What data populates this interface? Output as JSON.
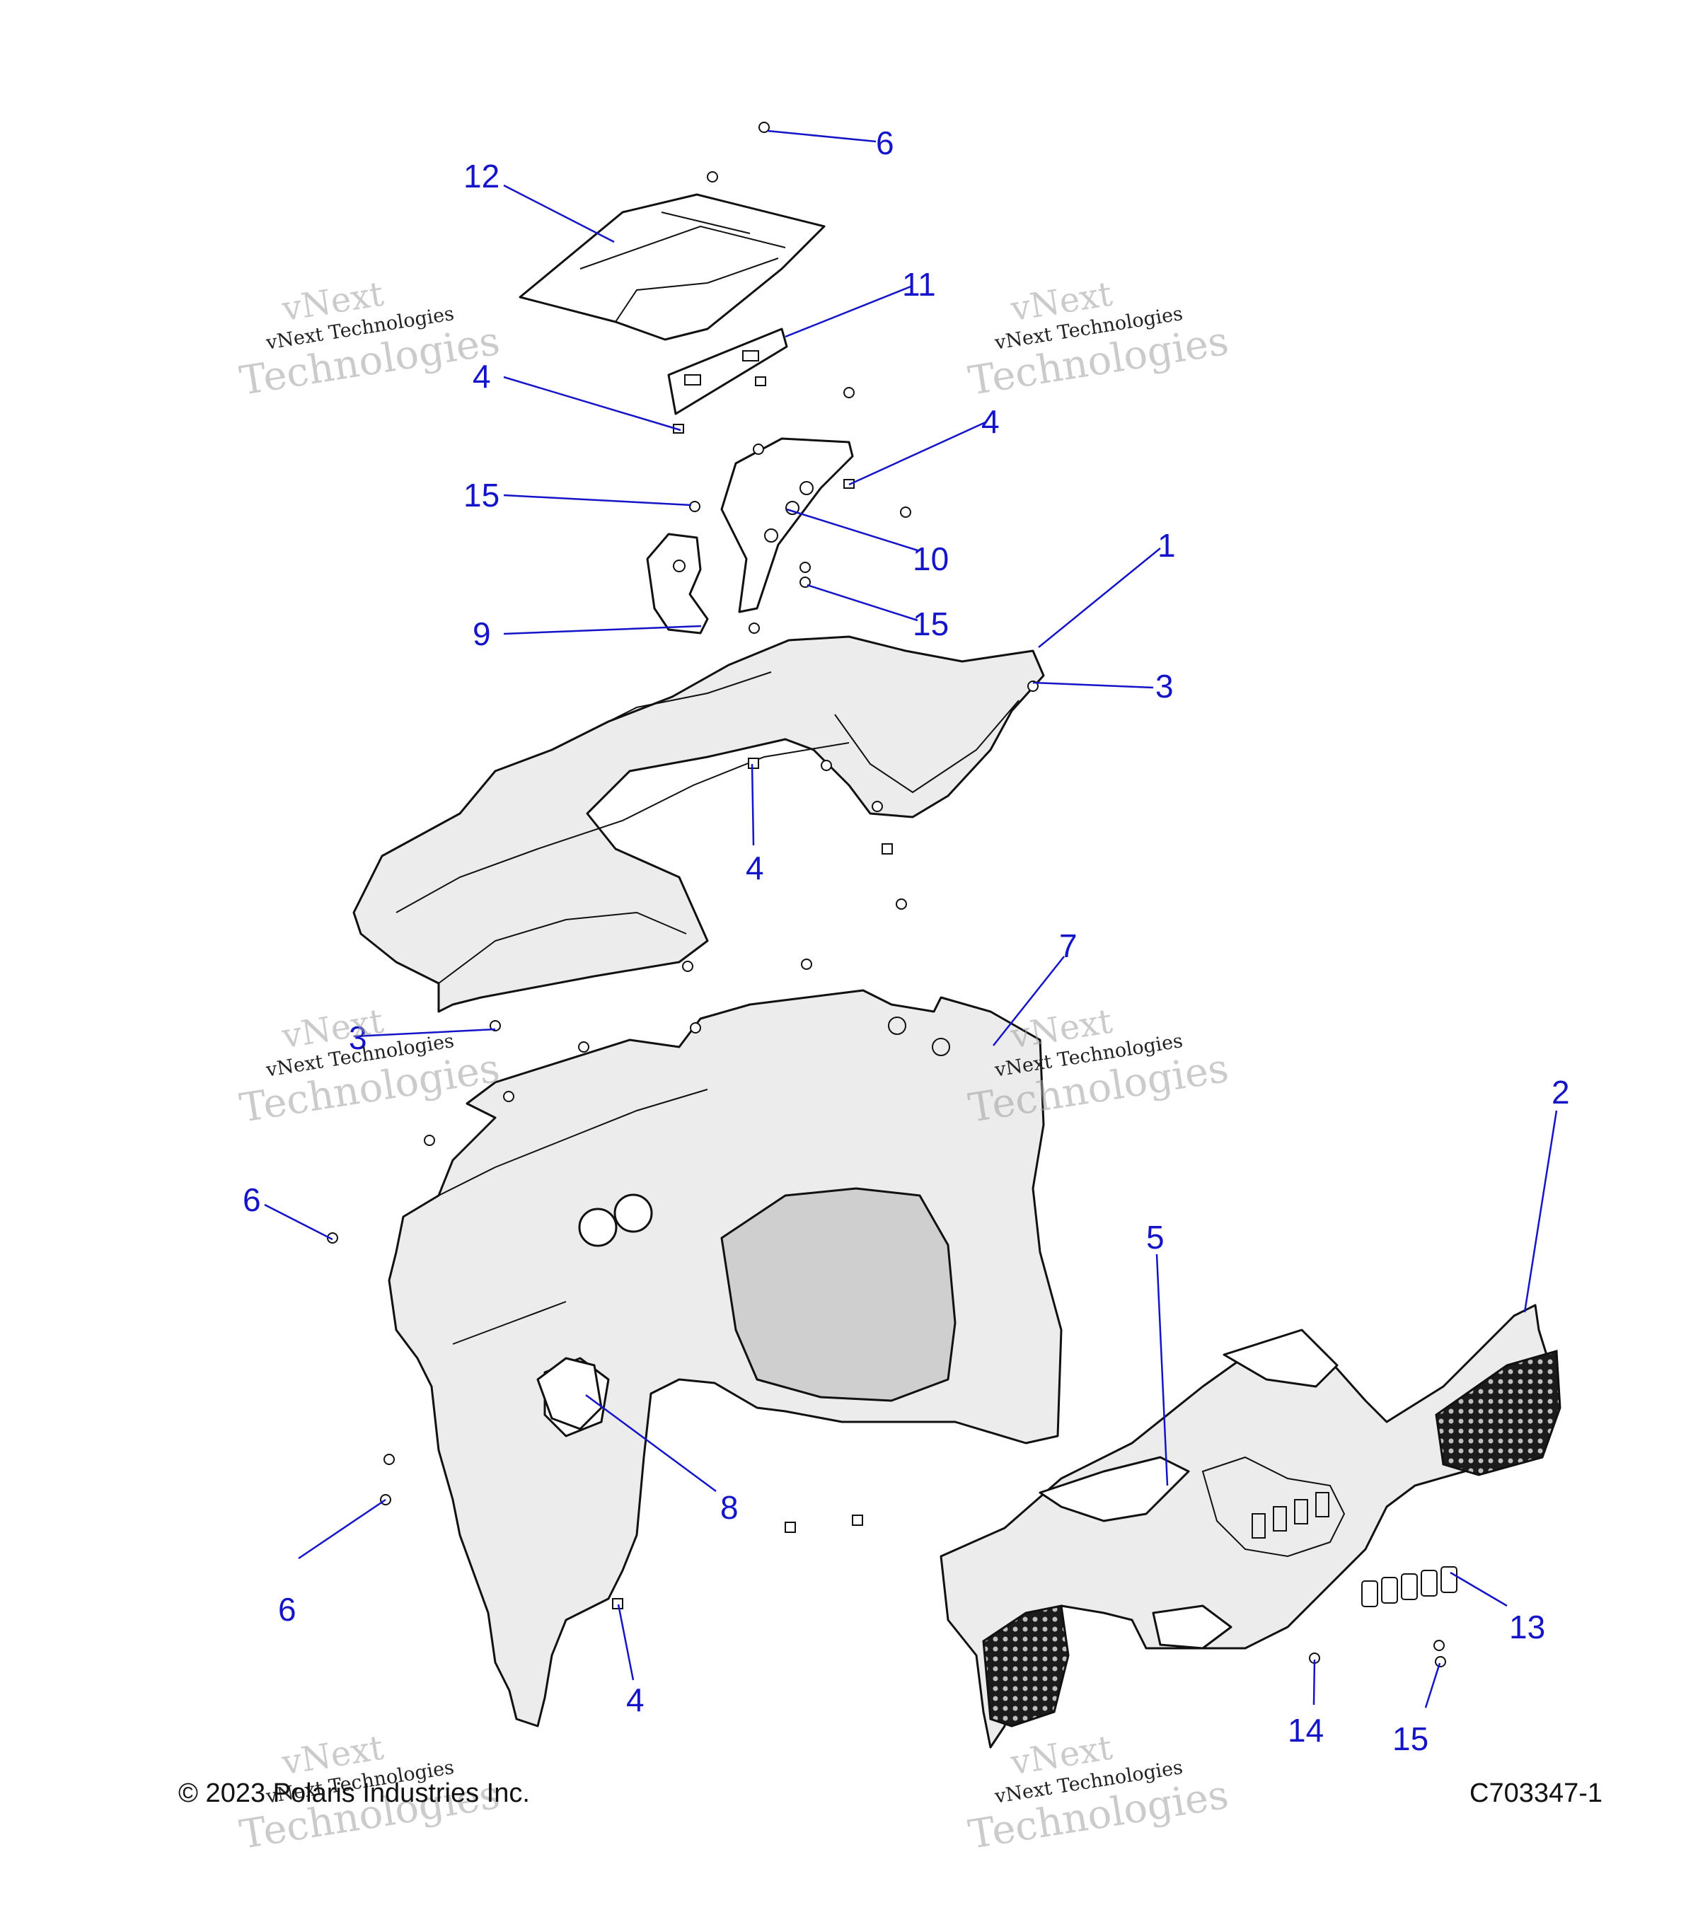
{
  "callouts": [
    {
      "label": "6"
    },
    {
      "label": "12"
    },
    {
      "label": "11"
    },
    {
      "label": "4"
    },
    {
      "label": "4"
    },
    {
      "label": "15"
    },
    {
      "label": "10"
    },
    {
      "label": "1"
    },
    {
      "label": "15"
    },
    {
      "label": "9"
    },
    {
      "label": "3"
    },
    {
      "label": "4"
    },
    {
      "label": "7"
    },
    {
      "label": "3"
    },
    {
      "label": "2"
    },
    {
      "label": "6"
    },
    {
      "label": "5"
    },
    {
      "label": "8"
    },
    {
      "label": "6"
    },
    {
      "label": "13"
    },
    {
      "label": "4"
    },
    {
      "label": "14"
    },
    {
      "label": "15"
    }
  ],
  "watermark": {
    "line1": "vNext",
    "line2": "vNext Technologies",
    "line3": "Technologies"
  },
  "footer": {
    "copyright": "© 2023 Polaris Industries Inc.",
    "code": "C703347-1"
  },
  "colors": {
    "callout": "#1414c8",
    "line_art": "#111111",
    "part_fill": "#ececec"
  }
}
